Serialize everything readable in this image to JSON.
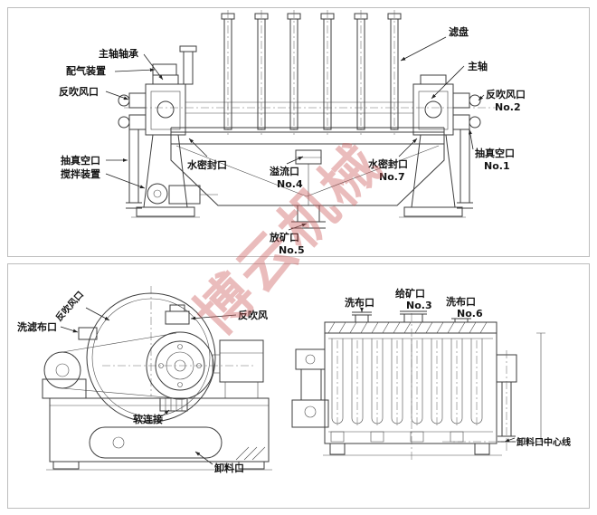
{
  "watermark": {
    "text": "博云机械",
    "color": "#ce5f5f"
  },
  "top_view": {
    "labels": {
      "filter_disc": "滤盘",
      "main_shaft_bearing": "主轴轴承",
      "gas_distribution": "配气装置",
      "main_shaft": "主轴",
      "blowback_left": "反吹风口",
      "blowback_right": "反吹风口",
      "blowback_right_no": "No.2",
      "water_seal_left": "水密封口",
      "overflow": "溢流口",
      "overflow_no": "No.4",
      "water_seal_right": "水密封口",
      "water_seal_right_no": "No.7",
      "vacuum_right": "抽真空口",
      "vacuum_right_no": "No.1",
      "vacuum_left": "抽真空口",
      "agitator": "搅拌装置",
      "ore_discharge": "放矿口",
      "ore_discharge_no": "No.5"
    }
  },
  "end_view": {
    "labels": {
      "cloth_wash_port": "洗滤布口",
      "blowback_air": "反吹风",
      "flexible_joint": "软连接",
      "discharge_port": "卸料口",
      "diagonal_note": "反吹风口"
    }
  },
  "side_view": {
    "labels": {
      "wash_port_1": "洗布口",
      "feed_port": "给矿口",
      "feed_port_no": "No.3",
      "wash_port_2": "洗布口",
      "wash_port_2_no": "No.6",
      "discharge_centerline": "卸料口中心线"
    }
  }
}
